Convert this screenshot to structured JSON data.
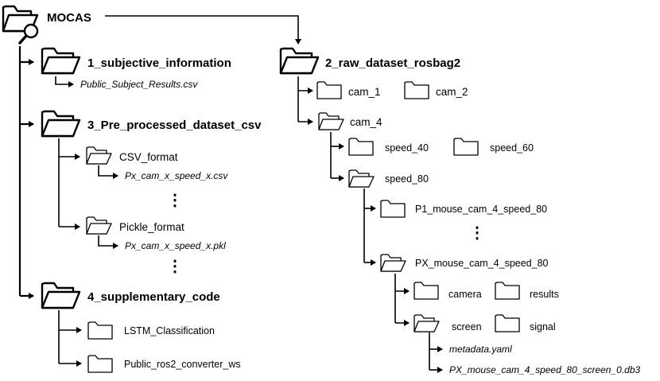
{
  "root": {
    "label": "MOCAS",
    "icon": "folder-search-icon"
  },
  "left": {
    "subjective": {
      "label": "1_subjective_information",
      "file": "Public_Subject_Results.csv"
    },
    "preprocessed": {
      "label": "3_Pre_processed_dataset_csv",
      "csv_format": {
        "label": "CSV_format",
        "file": "Px_cam_x_speed_x.csv"
      },
      "pickle_format": {
        "label": "Pickle_format",
        "file": "Px_cam_x_speed_x.pkl"
      }
    },
    "supplementary": {
      "label": "4_supplementary_code",
      "items": [
        "LSTM_Classification",
        "Public_ros2_converter_ws"
      ]
    }
  },
  "right": {
    "rosbag": {
      "label": "2_raw_dataset_rosbag2",
      "cams": [
        "cam_1",
        "cam_2",
        "cam_4"
      ],
      "speeds": [
        "speed_40",
        "speed_60",
        "speed_80"
      ],
      "participants": [
        "P1_mouse_cam_4_speed_80",
        "PX_mouse_cam_4_speed_80"
      ],
      "topics": [
        "camera",
        "results",
        "screen",
        "signal"
      ],
      "screen_files": [
        "metadata.yaml",
        "PX_mouse_cam_4_speed_80_screen_0.db3"
      ]
    }
  },
  "ellipsis": "⋮"
}
